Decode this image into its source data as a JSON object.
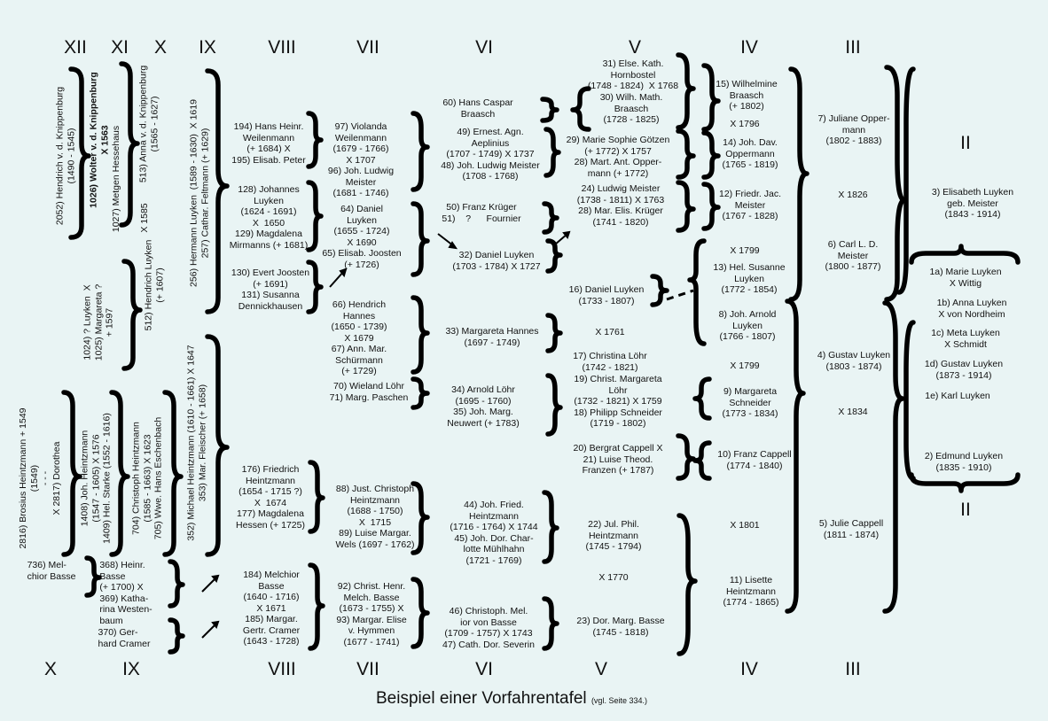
{
  "generation_headers_top": [
    "XII",
    "XI",
    "X",
    "IX",
    "VIII",
    "VII",
    "VI",
    "V",
    "IV",
    "III"
  ],
  "generation_headers_bottom": [
    "X",
    "IX",
    "VIII",
    "VII",
    "VI",
    "V",
    "IV",
    "III"
  ],
  "header_ii_top": "II",
  "header_ii_bottom": "II",
  "caption": {
    "title": "Beispiel einer Vorfahrentafel",
    "note": "(vgl. Seite 334.)"
  },
  "vertical_entries": {
    "p2052": "2052) Hendrich v. d. Knippenburg\n(1490 - 1545)",
    "p1026": "1026) Wolter v. d. Knippenburg\nX 1563",
    "p1027": "1027) Metgen Hessehaus",
    "p513": "513) Anna v. d. Knippenburg\n(1565 - 1627)",
    "x1585": "X 1585",
    "p512": "512) Hendrich Luyken\n(+ 1607)",
    "p1024": "1024) ? Luyken  X\n1025) Margareta ?\n+ 1597",
    "p256": "256) Hermann Luyken  (1589 - 1630)  X 1619\n257) Cathar. Feltmann (+ 1629)",
    "p2816": "2816) Brosius Heintzmann + 1549\n(1549)\n- - -\nX 2817) Dorothea",
    "p1408": "1408) Joh. Heintzmann\n(1547 - 1605) X 1576\n1409) Hel. Starke (1552 - 1616)",
    "p704": "704) Christoph Heintzmann\n(1585 - 1663) X 1623\n705) Wwe. Hans Eschenbach",
    "p352": "352) Michael Heintzmann (1610 - 1661) X 1647\n353) Mar. Fleischer (+ 1658)"
  },
  "entries": {
    "p736": "736) Mel-\nchior Basse",
    "p368": "368) Heinr.\nBasse\n(+ 1700) X\n369) Katha-\nrina Westen-\nbaum",
    "p370": "370) Ger-\nhard Cramer",
    "p194": "194) Hans Heinr.\nWeilenmann\n(+ 1684) X\n195) Elisab. Peter",
    "p128": "128) Johannes\nLuyken\n(1624 - 1691)\nX  1650\n129) Magdalena\nMirmanns (+ 1681)",
    "p130": "130) Evert Joosten\n(+ 1691)\n131) Susanna\nDennickhausen",
    "p176": "176) Friedrich\nHeintzmann\n(1654 - 1715 ?)\nX  1674\n177) Magdalena\nHessen (+ 1725)",
    "p184": "184) Melchior\nBasse\n(1640 - 1716)\nX 1671\n185) Margar.\nGertr. Cramer\n(1643 - 1728)",
    "p97": "97) Violanda\nWeilenmann\n(1679 - 1766)\nX 1707\n96) Joh. Ludwig\nMeister\n(1681 - 1746)",
    "p64": "64) Daniel\nLuyken\n(1655 - 1724)\nX 1690\n65) Elisab. Joosten\n(+ 1726)",
    "p66": "66) Hendrich\nHannes\n(1650 - 1739)\nX 1679\n67) Ann. Mar.\nSchürmann\n(+ 1729)",
    "p70": "70) Wieland Löhr\n71) Marg. Paschen",
    "p88": "88) Just. Christoph\nHeintzmann\n(1688 - 1750)\nX  1715\n89) Luise Margar.\nWels (1697 - 1762)",
    "p92": "92) Christ. Henr.\nMelch. Basse\n(1673 - 1755) X\n93) Margar. Elise\nv. Hymmen\n(1677 - 1741)",
    "p60": "60) Hans Caspar\nBraasch",
    "p49": "49) Ernest. Agn.\nAeplinius\n(1707 - 1749) X 1737\n48) Joh. Ludwig Meister\n(1708 - 1768)",
    "p50": "50) Franz Krüger\n51)    ?      Fournier",
    "p32": "32) Daniel Luyken\n(1703 - 1784) X 1727",
    "p33": "33) Margareta Hannes\n(1697 - 1749)",
    "p34": "34) Arnold Löhr\n(1695 - 1760)\n35) Joh. Marg.\nNeuwert (+ 1783)",
    "p44": "44) Joh. Fried.\nHeintzmann\n(1716 - 1764) X 1744\n45) Joh. Dor. Char-\nlotte Mühlhahn\n(1721 - 1769)",
    "p46": "46) Christoph. Mel.\nior von Basse\n(1709 - 1757) X 1743\n47) Cath. Dor. Severin",
    "p31": "31) Else. Kath.\nHornbostel\n(1748 - 1824)  X 1768",
    "p30": "30) Wilh. Math.\nBraasch\n(1728 - 1825)",
    "p29": "29) Marie Sophie Götzen\n(+ 1772) X 1757\n28) Mart. Ant. Opper-\nmann (+ 1772)",
    "p24": "24) Ludwig Meister\n(1738 - 1811) X 1763\n28) Mar. Elis. Krüger\n(1741 - 1820)",
    "p16": "16) Daniel Luyken\n(1733 - 1807)",
    "x1761": "X 1761",
    "p17": "17) Christina Löhr\n(1742 - 1821)",
    "p19": "19) Christ. Margareta\nLöhr\n(1732 - 1821) X 1759\n18) Philipp Schneider\n(1719 - 1802)",
    "p20": "20) Bergrat Cappell X\n21) Luise Theod.\nFranzen (+ 1787)",
    "p22": "22) Jul. Phil.\nHeintzmann\n(1745 - 1794)",
    "x1770": "X 1770",
    "p23": "23) Dor. Marg. Basse\n(1745 - 1818)",
    "p15": "15) Wilhelmine\nBraasch\n(+ 1802)",
    "x1796": "X 1796",
    "p14": "14) Joh. Dav.\nOppermann\n(1765 - 1819)",
    "p12": "12) Friedr. Jac.\nMeister\n(1767 - 1828)",
    "x1799a": "X 1799",
    "p13": "13) Hel. Susanne\nLuyken\n(1772 - 1854)",
    "p8": "8) Joh. Arnold\nLuyken\n(1766 - 1807)",
    "x1799b": "X 1799",
    "p9": "9) Margareta\nSchneider\n(1773 - 1834)",
    "p10": "10) Franz Cappell\n(1774 - 1840)",
    "x1801": "X 1801",
    "p11": "11) Lisette\nHeintzmann\n(1774 - 1865)",
    "p7": "7) Juliane Opper-\nmann\n(1802 - 1883)",
    "x1826": "X 1826",
    "p6": "6) Carl L. D.\nMeister\n(1800 - 1877)",
    "p4": "4) Gustav Luyken\n(1803 - 1874)",
    "x1834": "X 1834",
    "p5": "5) Julie Cappell\n(1811 - 1874)",
    "p3": "3) Elisabeth Luyken\ngeb. Meister\n(1843 - 1914)",
    "p1a": "1a) Marie Luyken\nX Wittig",
    "p1b": "1b) Anna Luyken\nX von Nordheim",
    "p1c": "1c) Meta Luyken\nX Schmidt",
    "p1d": "1d) Gustav Luyken\n(1873 - 1914)",
    "p1e": "1e) Karl Luyken",
    "p2": "2) Edmund Luyken\n(1835 - 1910)"
  }
}
